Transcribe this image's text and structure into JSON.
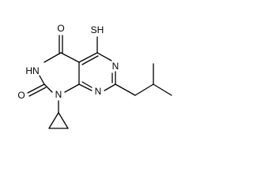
{
  "molecule": {
    "atoms": {
      "oxygen_top": "O",
      "thiol": "SH",
      "nh": "HN",
      "n_pyrimidine_right": "N",
      "oxygen_left": "O",
      "n_bottom_ring": "N",
      "n1_cyclopropyl": "N"
    },
    "colors": {
      "bond": "#000000",
      "text": "#000000",
      "background": "#ffffff"
    }
  }
}
